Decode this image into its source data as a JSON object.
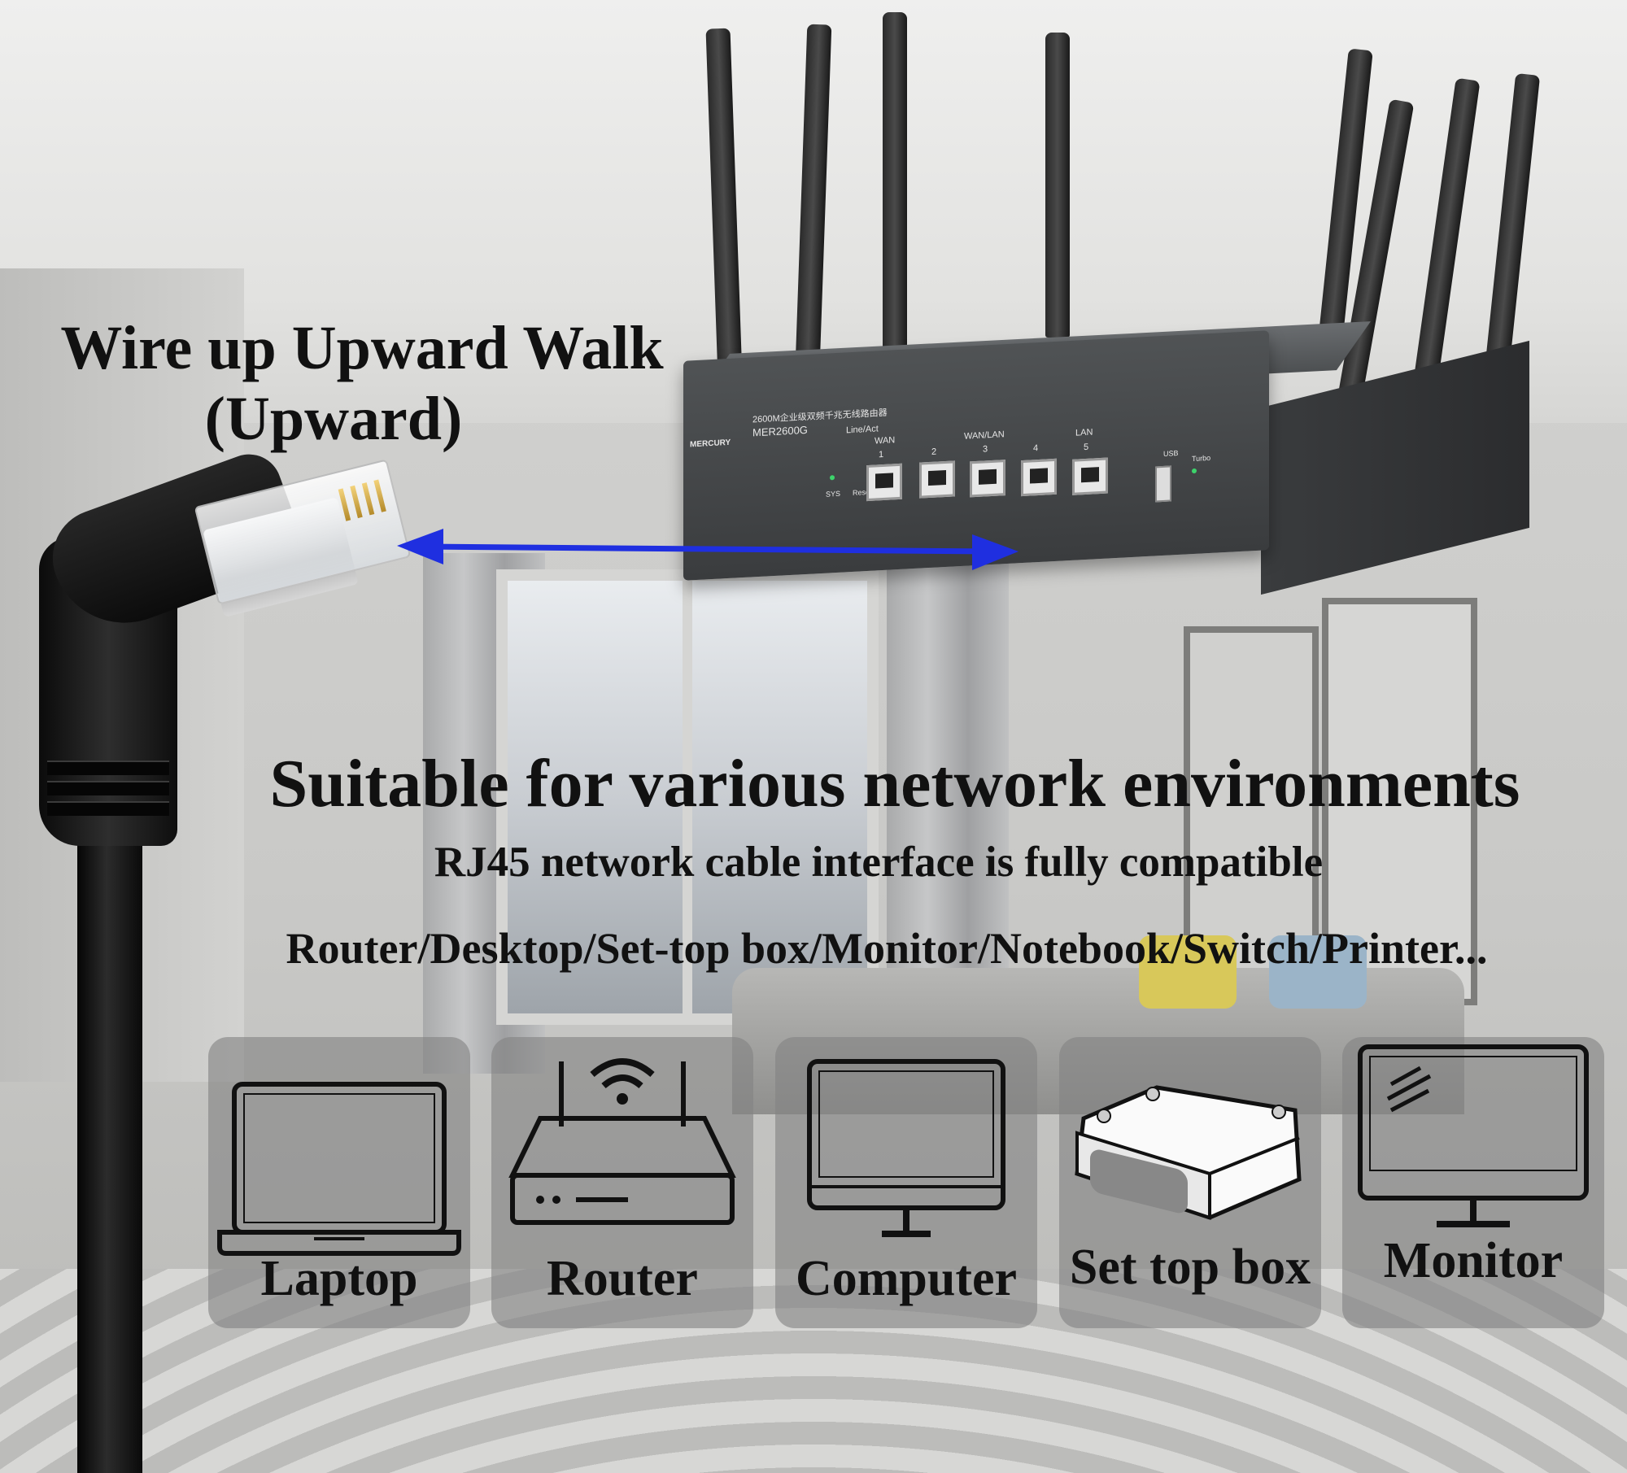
{
  "headline": {
    "wire_line1": "Wire up Upward Walk",
    "wire_line2": "(Upward)",
    "suitable": "Suitable for various network environments",
    "rj45": "RJ45 network cable interface is fully compatible",
    "devices": "Router/Desktop/Set-top box/Monitor/Notebook/Switch/Printer..."
  },
  "router_labels": {
    "brand": "MERCURY",
    "model_cn": "2600M企业级双频千兆无线路由器",
    "model": "MER2600G",
    "port_group_left": "Line/Act",
    "wan_label": "WAN",
    "wanlan_label": "WAN/LAN",
    "lan_label": "LAN",
    "port_numbers": [
      "1",
      "2",
      "3",
      "4",
      "5"
    ],
    "sys_label": "SYS",
    "reset_label": "Reset",
    "usb_label": "USB",
    "turbo_label": "Turbo"
  },
  "cards": [
    {
      "label": "Laptop",
      "icon": "laptop-icon"
    },
    {
      "label": "Router",
      "icon": "router-icon"
    },
    {
      "label": "Computer",
      "icon": "computer-icon"
    },
    {
      "label": "Set top box",
      "icon": "set-top-box-icon"
    },
    {
      "label": "Monitor",
      "icon": "monitor-icon"
    }
  ],
  "colors": {
    "arrow": "#1f2fe0",
    "card_bg": "rgba(130,130,130,0.62)",
    "text": "#111111"
  }
}
